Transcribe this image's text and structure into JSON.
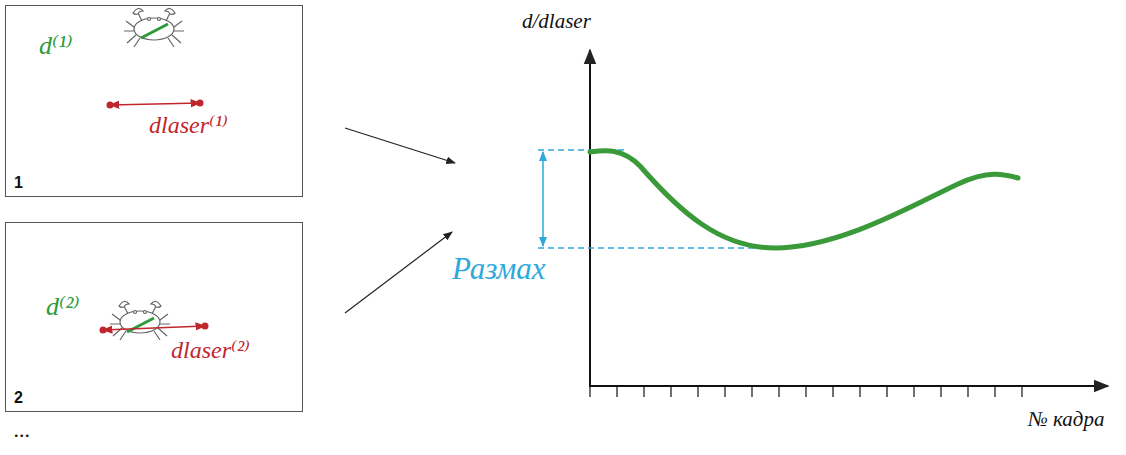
{
  "diagram": {
    "nodes": [
      {
        "text": [
          "d⁽¹⁾",
          "dlaser⁽¹⁾",
          "1"
        ]
      },
      {
        "text": [
          "d⁽²⁾",
          "dlaser⁽²⁾",
          "2"
        ]
      }
    ],
    "labels": [
      "...",
      "d/dlaser",
      "Размах",
      "№ кадра"
    ]
  }
}
